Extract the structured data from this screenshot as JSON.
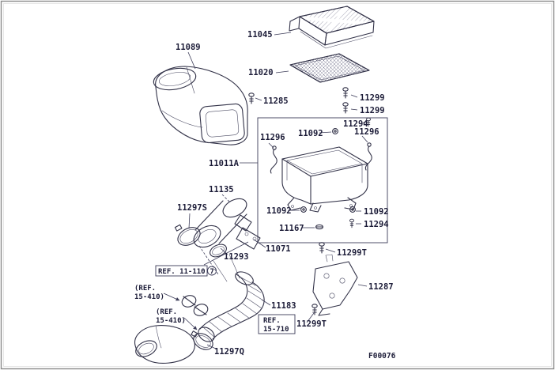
{
  "figure_code": "F00076",
  "parts": {
    "duct": "11089",
    "cover": "11045",
    "filter": "11020",
    "bolt_11285": "11285",
    "bolt_11299": "11299",
    "grommet_11294": "11294",
    "mount_11092": "11092",
    "clip_11296": "11296",
    "housing_11011A": "11011A",
    "sensor_11135": "11135",
    "clamp_11297S": "11297S",
    "plug_11167": "11167",
    "gasket_11071": "11071",
    "ring_11293": "11293",
    "bolt_11299T": "11299T",
    "hose_11183": "11183",
    "bracket_11287": "11287",
    "clamp_11297Q": "11297Q"
  },
  "refs": {
    "ref_11_110": "REF. 11-110",
    "ref_11_110_qty": "7",
    "ref_15_410_line1": "(REF.",
    "ref_15_410_line2": "15-410)",
    "ref_15_710_line1": "REF.",
    "ref_15_710_line2": "15-710"
  }
}
